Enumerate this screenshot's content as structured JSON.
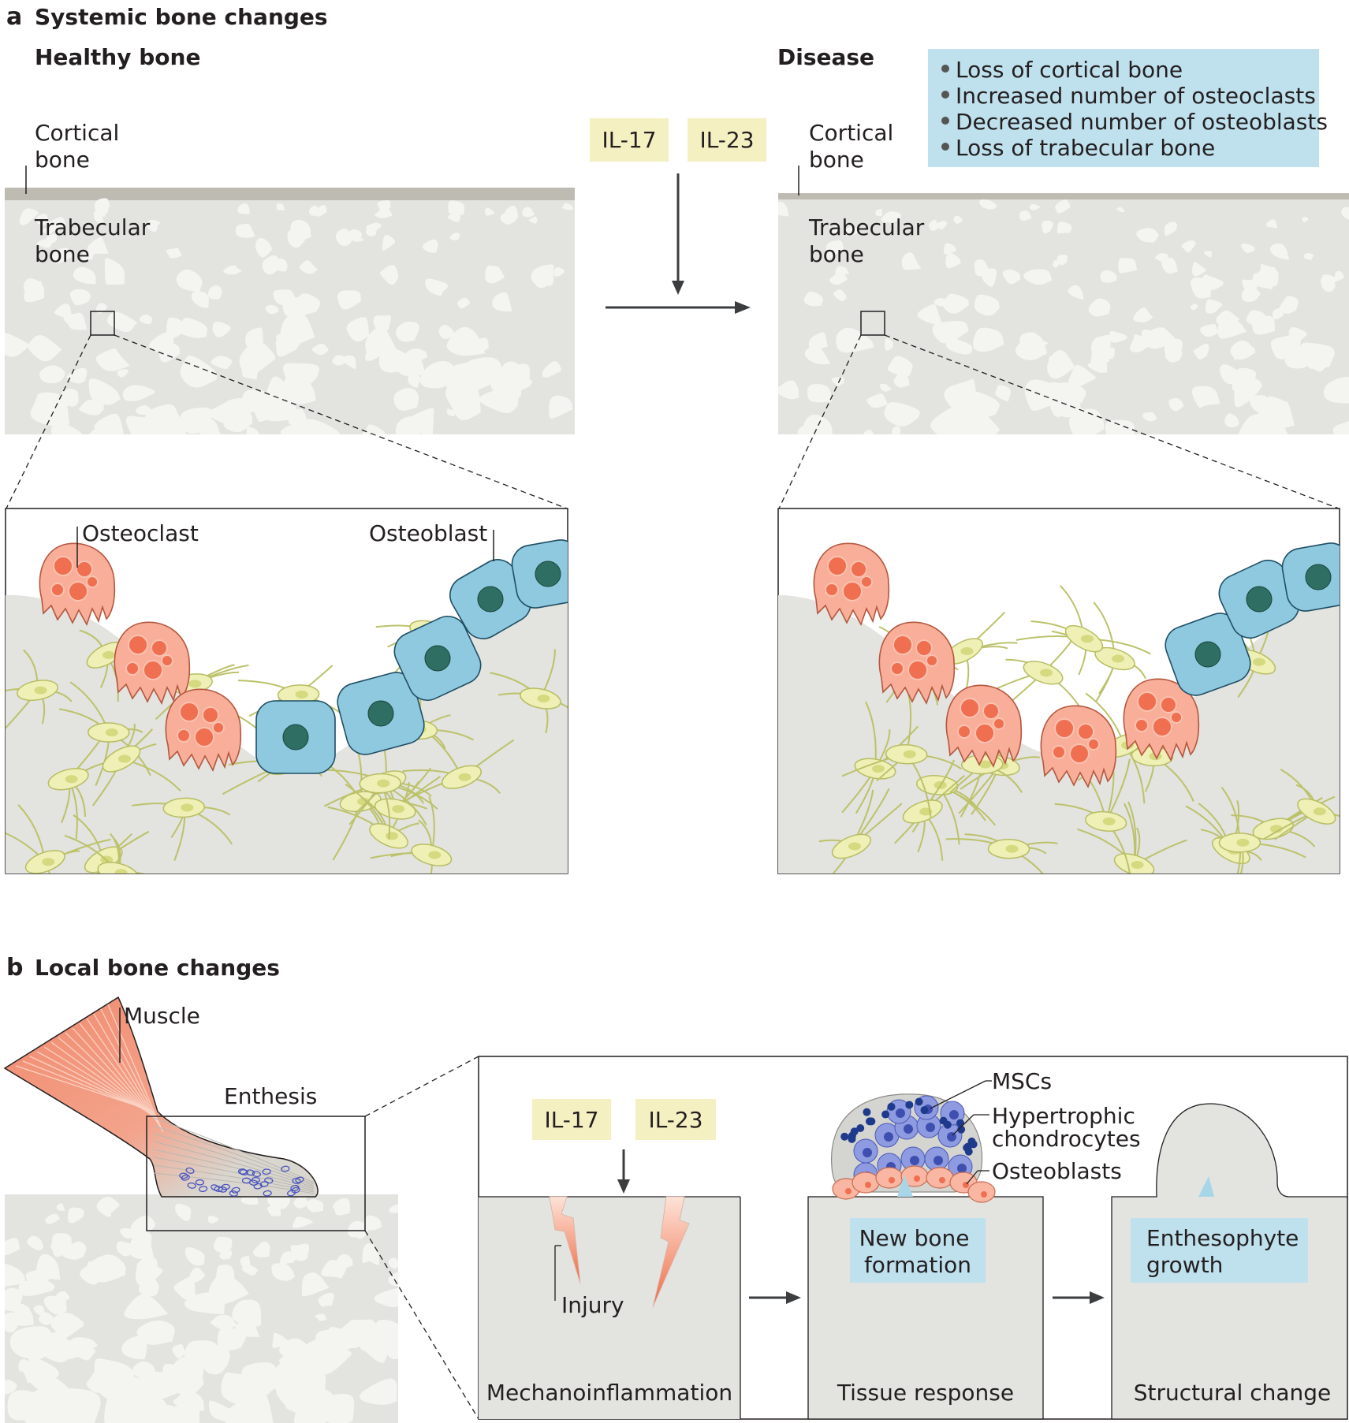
{
  "panel_a": {
    "letter": "a",
    "title": "Systemic bone changes",
    "healthy_title": "Healthy bone",
    "disease_title": "Disease",
    "cortical_label": [
      "Cortical",
      "bone"
    ],
    "trabecular_label": [
      "Trabecular",
      "bone"
    ],
    "cytokines": [
      "IL-17",
      "IL-23"
    ],
    "disease_changes": [
      "Loss of cortical bone",
      "Increased number of osteoclasts",
      "Decreased number of osteoblasts",
      "Loss of trabecular bone"
    ],
    "osteoclast_label": "Osteoclast",
    "osteoblast_label": "Osteoblast"
  },
  "panel_b": {
    "letter": "b",
    "title": "Local bone changes",
    "muscle_label": "Muscle",
    "enthesis_label": "Enthesis",
    "cytokines": [
      "IL-17",
      "IL-23"
    ],
    "injury_label": "Injury",
    "msc_label": "MSCs",
    "chondrocyte_label": [
      "Hypertrophic",
      "chondrocytes"
    ],
    "osteoblasts_label": "Osteoblasts",
    "new_bone_label": [
      "New bone",
      "formation"
    ],
    "enthesophyte_label": [
      "Enthesophyte",
      "growth"
    ],
    "stages": [
      "Mechanoinflammation",
      "Tissue response",
      "Structural change"
    ]
  },
  "colors": {
    "bone": "#e3e3df",
    "cortical": "#bdbbb2",
    "osteoclast": "#f59e85",
    "osteoblast": "#8ec9df",
    "nucleus": "#2f6e62",
    "osteocyte": "#eef0b6",
    "cytokine_box": "#f5f0c2",
    "info_box": "#bfe0ed",
    "text": "#231f20"
  }
}
